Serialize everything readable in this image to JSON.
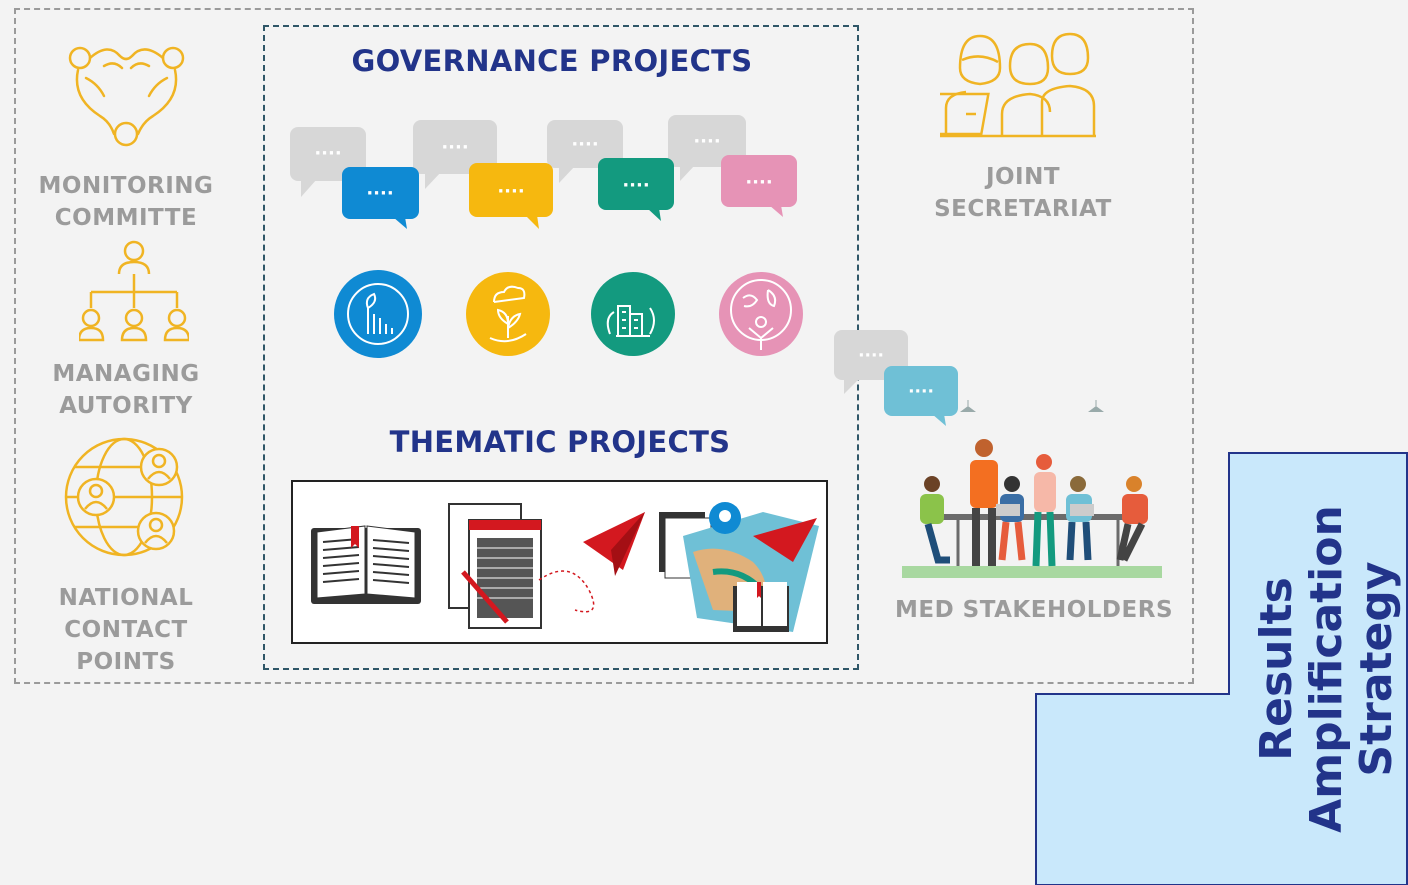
{
  "labels": {
    "monitoring_committee": [
      "MONITORING",
      "COMMITTE"
    ],
    "managing_authority": [
      "MANAGING",
      "AUTORITY"
    ],
    "national_contact_points": [
      "NATIONAL",
      "CONTACT",
      "POINTS"
    ],
    "joint_secretariat": [
      "JOINT",
      "SECRETARIAT"
    ],
    "med_stakeholders": "MED STAKEHOLDERS"
  },
  "titles": {
    "governance": "GOVERNANCE PROJECTS",
    "thematic": "THEMATIC PROJECTS"
  },
  "results_strategy": [
    "Results",
    "Amplification",
    "Strategy"
  ],
  "bubble_text": "····",
  "colors": {
    "icon_gold": "#f0b423",
    "label_gray": "#9b9b9b",
    "title_navy": "#22348a",
    "bubble_blue": "#0f8ad3",
    "bubble_yellow": "#f6b80f",
    "bubble_green": "#139a7f",
    "bubble_pink": "#e693b6",
    "bubble_light_blue": "#6fc0d6",
    "bubble_gray": "#d7d7d7",
    "panel_light_blue": "#c9e8fb",
    "panel_border": "#22348a",
    "accent_red": "#d3181f"
  },
  "icons": {
    "governance_bodies": [
      "people-circle-icon",
      "org-chart-icon",
      "globe-people-icon",
      "team-laptop-icon"
    ],
    "thematic_circles": [
      "climate-growth-icon",
      "weather-plant-icon",
      "green-city-icon",
      "earth-people-icon"
    ]
  }
}
